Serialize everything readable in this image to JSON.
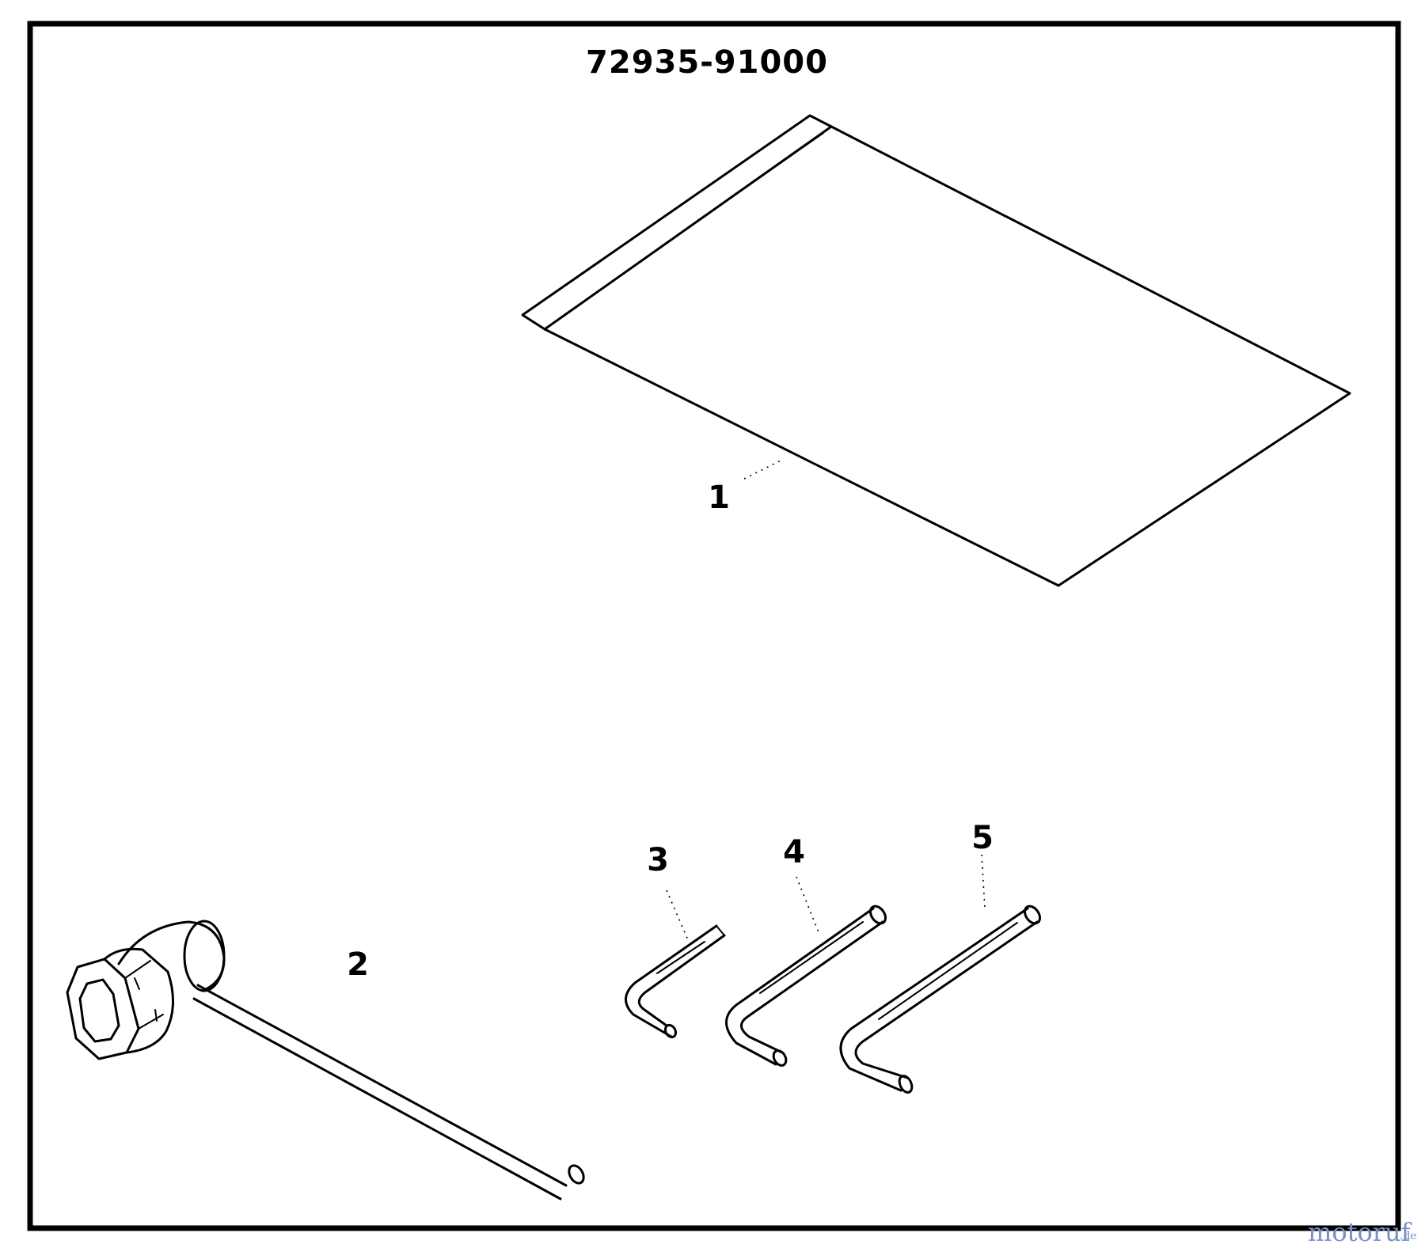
{
  "diagram": {
    "title": "72935-91000",
    "parts": [
      {
        "label": "1"
      },
      {
        "label": "2"
      },
      {
        "label": "3"
      },
      {
        "label": "4"
      },
      {
        "label": "5"
      }
    ]
  },
  "watermark": {
    "name": "motoruf",
    "suffix": ".de",
    "color": "#7a8fc7"
  }
}
